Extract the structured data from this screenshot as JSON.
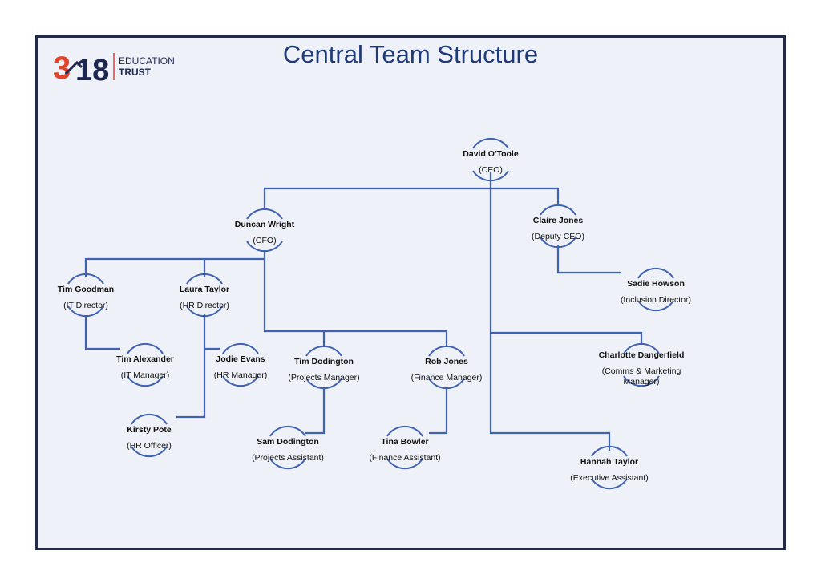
{
  "page": {
    "title": "Central Team Structure"
  },
  "logo": {
    "number_mark": "3-18",
    "line1": "EDUCATION",
    "line2": "TRUST"
  },
  "colors": {
    "connector": "#3f62b2",
    "frame_border": "#1f2a4d",
    "background": "#eef1f7",
    "title": "#1f3a78",
    "logo_red": "#e2432b",
    "logo_navy": "#1d2752"
  },
  "people": [
    {
      "id": "david-otoole",
      "name": "David O'Toole",
      "role": [
        "(CEO)"
      ]
    },
    {
      "id": "duncan-wright",
      "name": "Duncan Wright",
      "role": [
        "(CFO)"
      ]
    },
    {
      "id": "claire-jones",
      "name": "Claire Jones",
      "role": [
        "(Deputy CEO)"
      ]
    },
    {
      "id": "sadie-howson",
      "name": "Sadie Howson",
      "role": [
        "(Inclusion Director)"
      ]
    },
    {
      "id": "tim-goodman",
      "name": "Tim Goodman",
      "role": [
        "(IT Director)"
      ]
    },
    {
      "id": "laura-taylor",
      "name": "Laura Taylor",
      "role": [
        "(HR Director)"
      ]
    },
    {
      "id": "tim-alexander",
      "name": "Tim Alexander",
      "role": [
        "(IT Manager)"
      ]
    },
    {
      "id": "jodie-evans",
      "name": "Jodie Evans",
      "role": [
        "(HR Manager)"
      ]
    },
    {
      "id": "tim-dodington",
      "name": "Tim Dodington",
      "role": [
        "(Projects Manager)"
      ]
    },
    {
      "id": "rob-jones",
      "name": "Rob Jones",
      "role": [
        "(Finance Manager)"
      ]
    },
    {
      "id": "charlotte-dangerfield",
      "name": "Charlotte Dangerfield",
      "role": [
        "(Comms & Marketing",
        "Manager)"
      ]
    },
    {
      "id": "kirsty-pote",
      "name": "Kirsty Pote",
      "role": [
        "(HR Officer)"
      ]
    },
    {
      "id": "sam-dodington",
      "name": "Sam Dodington",
      "role": [
        "(Projects Assistant)"
      ]
    },
    {
      "id": "tina-bowler",
      "name": "Tina Bowler",
      "role": [
        "(Finance Assistant)"
      ]
    },
    {
      "id": "hannah-taylor",
      "name": "Hannah Taylor",
      "role": [
        "(Executive Assistant)"
      ]
    }
  ]
}
